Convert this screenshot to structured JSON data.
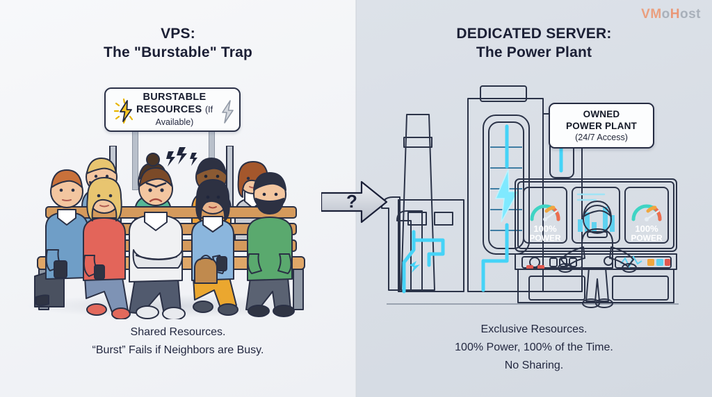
{
  "logo": {
    "part1": "VM",
    "part2": "o",
    "part3": "H",
    "part4": "ost",
    "full": "VMoHost"
  },
  "left_panel": {
    "title_line1": "VPS:",
    "title_line2": "The \"Burstable\" Trap",
    "sign": {
      "line1": "BURSTABLE",
      "line2": "RESOURCES",
      "line3": "(If Available)",
      "icon_left": "lightning-bolt-yellow",
      "icon_right": "lightning-bolt-gray"
    },
    "scene": "crowded-bench-with-nine-people",
    "caption_line1": "Shared Resources.",
    "caption_line2": "“Burst” Fails if Neighbors are Busy."
  },
  "right_panel": {
    "title_line1": "DEDICATED SERVER:",
    "title_line2": "The Power Plant",
    "sign": {
      "line1": "OWNED",
      "line2": "POWER PLANT",
      "line3": "(24/7 Access)"
    },
    "scene": "power-plant-with-control-room",
    "gauges": [
      {
        "value": "100%",
        "label": "POWER"
      },
      {
        "value": "100%",
        "label": "POWER"
      }
    ],
    "caption_line1": "Exclusive Resources.",
    "caption_line2": "100% Power, 100% of the Time.",
    "caption_line3": "No Sharing."
  },
  "center": {
    "arrow_symbol": "?",
    "arrow_direction": "right"
  },
  "colors": {
    "left_background": "#f2f4f7",
    "right_background": "#d8dde4",
    "heading": "#1b1f35",
    "accent_energy": "#33c6f4",
    "accent_bolt": "#f5c518",
    "logo_orange": "#f08a5d",
    "logo_gray": "#9aa2ad",
    "operator_shirt": "#f58220"
  }
}
